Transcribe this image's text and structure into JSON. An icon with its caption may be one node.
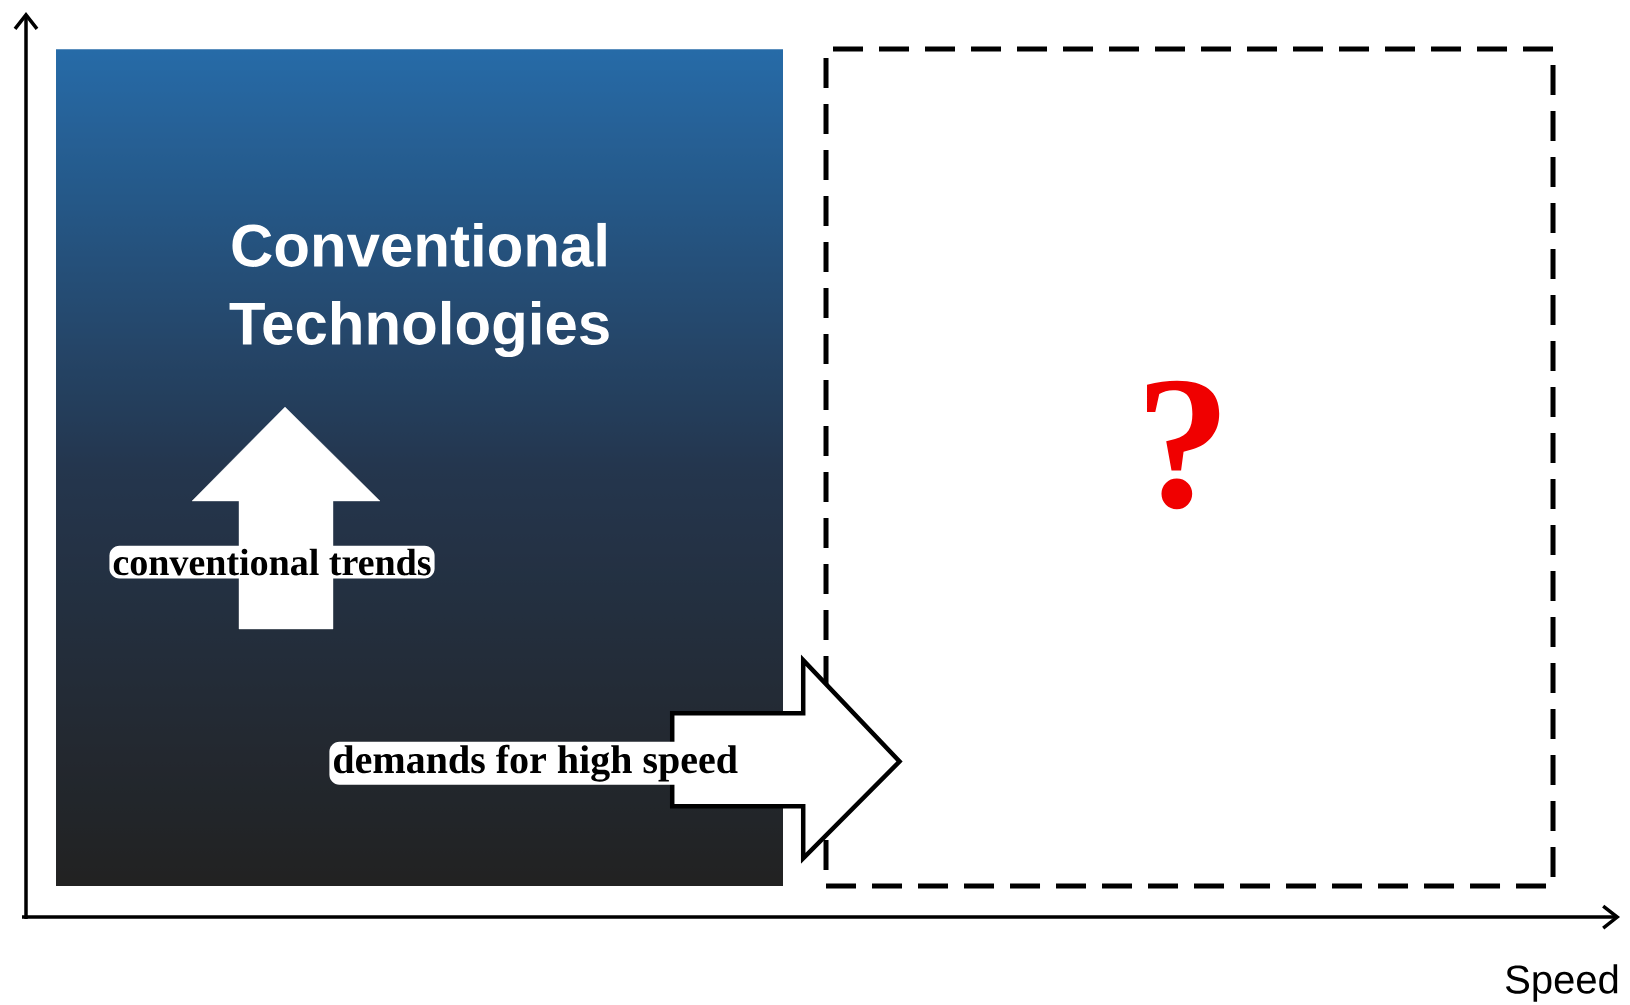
{
  "diagram": {
    "nodes": [
      {
        "text": [
          "Conventional Technologies"
        ]
      },
      {
        "text": [
          "?"
        ]
      }
    ],
    "edges": [
      {
        "from": 0,
        "to": 1,
        "arrow": "to",
        "label": "demands for high speed"
      }
    ],
    "labels": [
      "conventional trends",
      "Speed"
    ]
  }
}
